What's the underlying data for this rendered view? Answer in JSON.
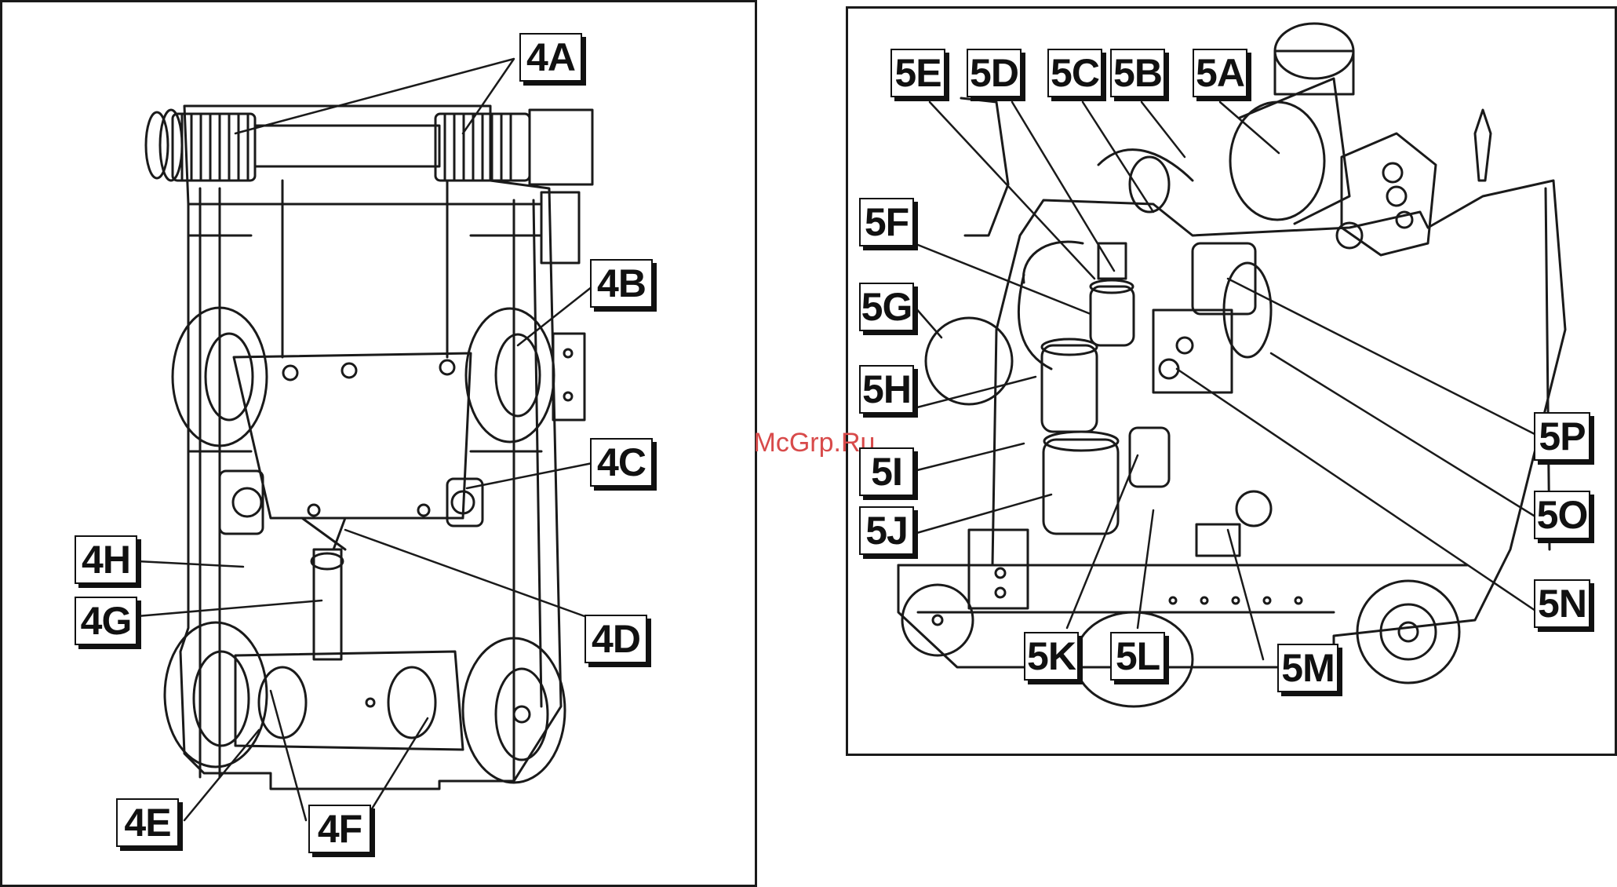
{
  "watermark": "McGrp.Ru",
  "left_panel": {
    "labels": {
      "l4a": "4A",
      "l4b": "4B",
      "l4c": "4C",
      "l4d": "4D",
      "l4e": "4E",
      "l4f": "4F",
      "l4g": "4G",
      "l4h": "4H"
    }
  },
  "right_panel": {
    "labels": {
      "l5a": "5A",
      "l5b": "5B",
      "l5c": "5C",
      "l5d": "5D",
      "l5e": "5E",
      "l5f": "5F",
      "l5g": "5G",
      "l5h": "5H",
      "l5i": "5I",
      "l5j": "5J",
      "l5k": "5K",
      "l5l": "5L",
      "l5m": "5M",
      "l5n": "5N",
      "l5o": "5O",
      "l5p": "5P"
    }
  },
  "colors": {
    "line": "#1a1a1a",
    "watermark": "#d84a4a",
    "background": "#ffffff"
  }
}
